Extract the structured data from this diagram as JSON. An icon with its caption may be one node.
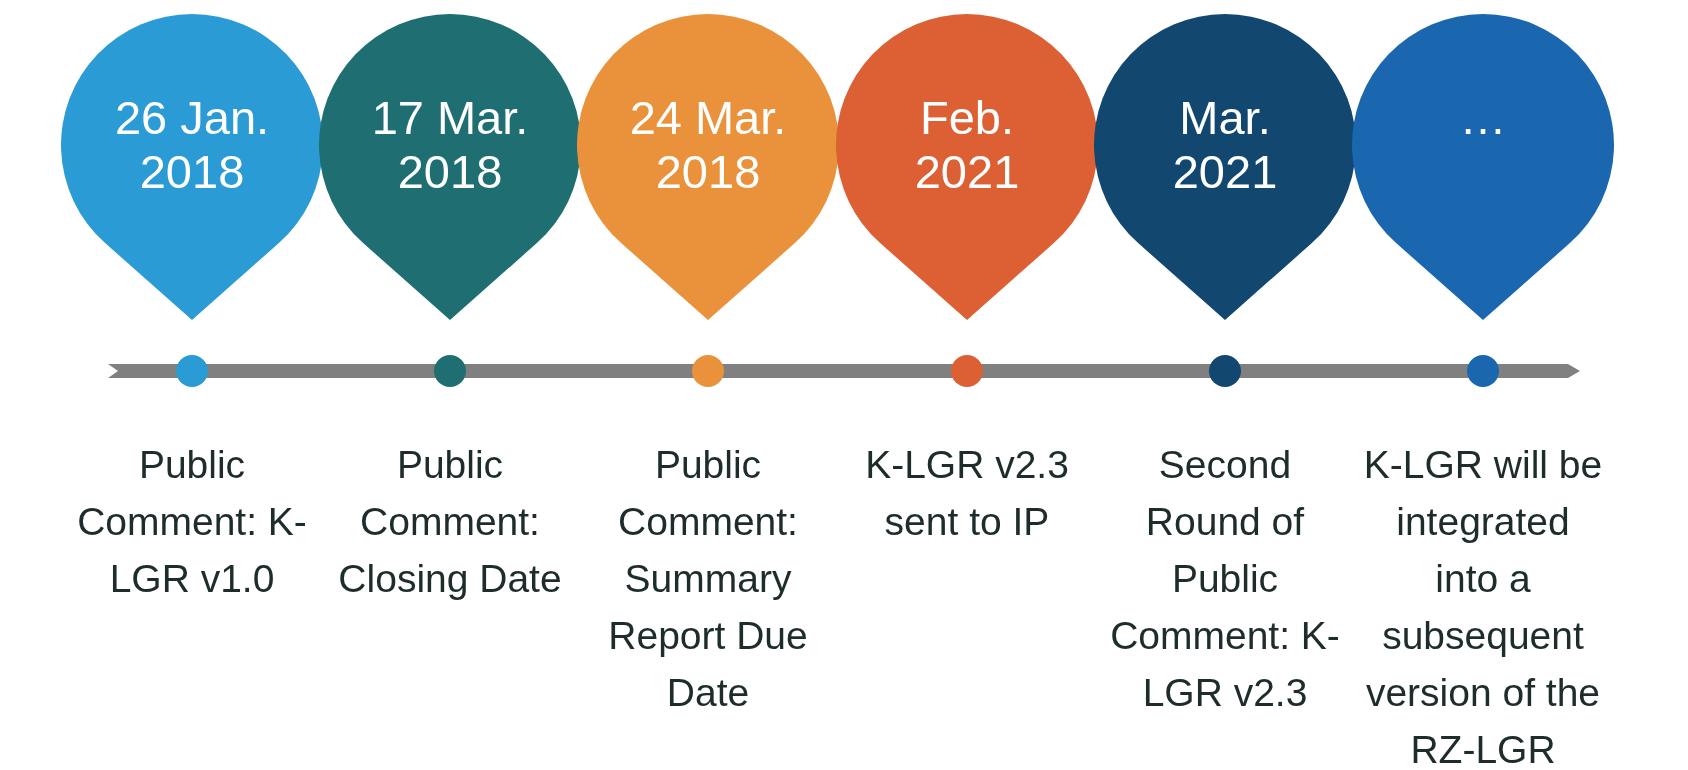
{
  "diagram": {
    "nodes": [
      {
        "text": [
          "26 Jan. 2018"
        ],
        "beside": [
          "Public Comment: K-LGR v1.0"
        ]
      },
      {
        "text": [
          "17 Mar. 2018"
        ],
        "beside": [
          "Public Comment: Closing Date"
        ]
      },
      {
        "text": [
          "24 Mar. 2018"
        ],
        "beside": [
          "Public Comment: Summary Report Due Date"
        ]
      },
      {
        "text": [
          "Feb. 2021"
        ],
        "beside": [
          "K-LGR v2.3 sent to IP"
        ]
      },
      {
        "text": [
          "Mar. 2021"
        ],
        "beside": [
          "Second Round of Public Comment: K-LGR v2.3"
        ]
      },
      {
        "text": [
          "…"
        ],
        "beside": [
          "K-LGR will be integrated into a subsequent version of the RZ-LGR"
        ]
      }
    ],
    "edges": []
  }
}
